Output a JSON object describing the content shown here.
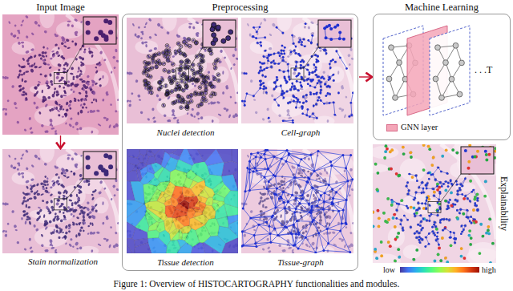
{
  "diagram": {
    "caption": "Figure 1: Overview of HISTOCARTOGRAPHY functionalities and modules.",
    "nodes": [
      {
        "text": [
          "Input Image"
        ]
      },
      {
        "text": [
          "Stain normalization"
        ]
      },
      {
        "text": [
          "Preprocessing"
        ]
      },
      {
        "text": [
          "Nuclei detection"
        ],
        "in": 2
      },
      {
        "text": [
          "Cell-graph"
        ],
        "in": 2
      },
      {
        "text": [
          "Tissue detection"
        ],
        "in": 2
      },
      {
        "text": [
          "Tissue-graph"
        ],
        "in": 2
      },
      {
        "text": [
          "Machine Learning"
        ]
      },
      {
        "text": [
          "Explainability"
        ]
      }
    ],
    "edges": [
      {
        "from": 0,
        "to": 1,
        "arrow": "to"
      },
      {
        "from": 2,
        "to": 7,
        "arrow": "to"
      }
    ],
    "labels": [
      ". . .T",
      "low",
      "high"
    ],
    "legend": [
      {
        "text": "GNN layer",
        "color": "#f4a6b8"
      }
    ]
  }
}
